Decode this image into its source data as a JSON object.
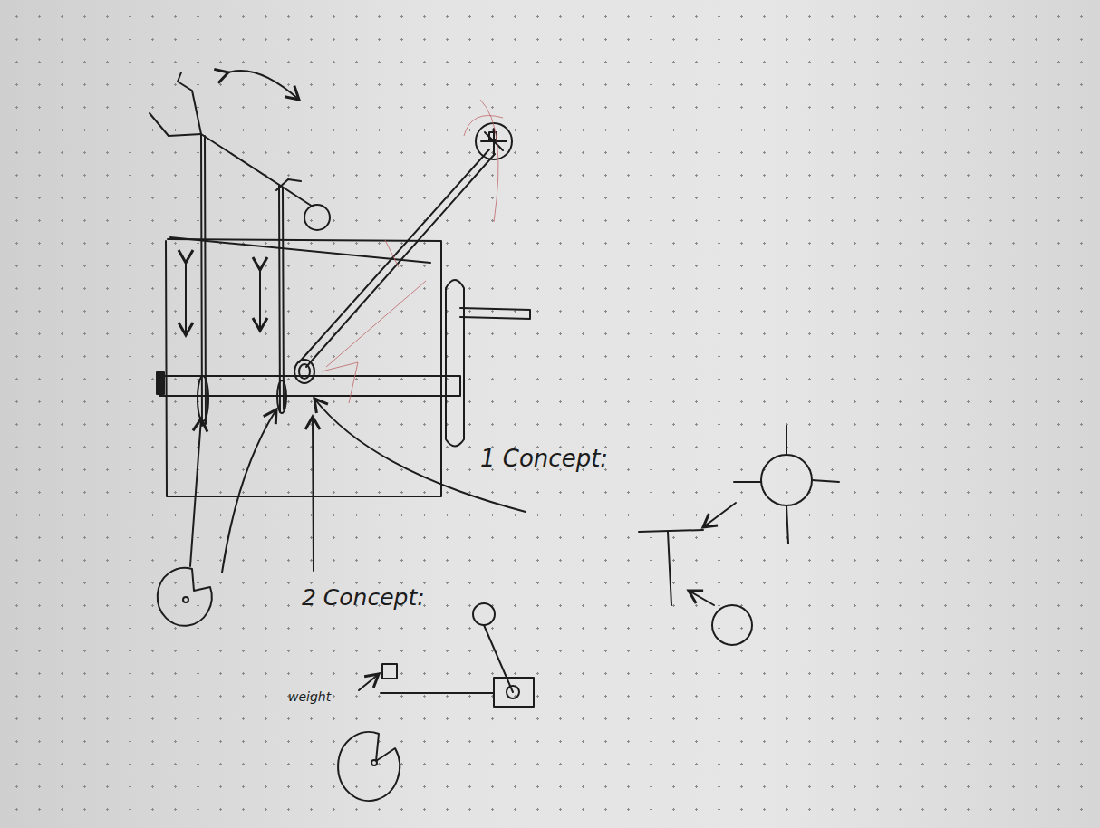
{
  "diagram": {
    "labels": [
      "1 Concept:",
      "2 Concept:",
      "weight"
    ]
  }
}
